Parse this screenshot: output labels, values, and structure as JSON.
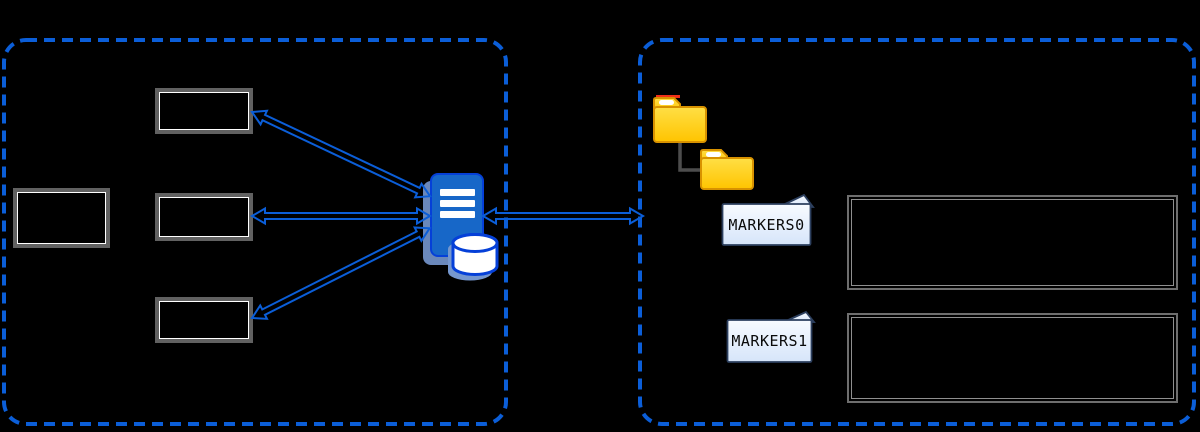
{
  "diagram": {
    "left_panel": {
      "description": "dashed blue group with four empty gray boxes linked to a server",
      "empty_box_count": 4,
      "server_icon": "server-with-database"
    },
    "right_panel": {
      "description": "dashed blue group with folder tree, marker cards and two empty gray rectangles",
      "folder_count": 2,
      "empty_rect_count": 2,
      "markers": [
        {
          "label": "MARKERS0"
        },
        {
          "label": "MARKERS1"
        }
      ]
    },
    "icons": {
      "server": "server-icon",
      "database": "database-cylinder-icon",
      "folder_parent": "folder-icon",
      "folder_child": "subfolder-icon",
      "marker_card": "note-card-icon"
    },
    "colors": {
      "background": "#000000",
      "accent_blue": "#0b5ed8",
      "server_fill": "#1767c8",
      "server_stroke": "#0540d8",
      "server_shadow": "#7597cf",
      "folder_yellow": "#ffd21e",
      "folder_border": "#d89200",
      "folder_red_stripe": "#f03018",
      "card_fill_top": "#f8fbff",
      "card_fill_bottom": "#d6e5fa",
      "card_border": "#2c3f5e",
      "box_border_gray": "#616161",
      "connector_gray": "#4d4d4d"
    }
  }
}
